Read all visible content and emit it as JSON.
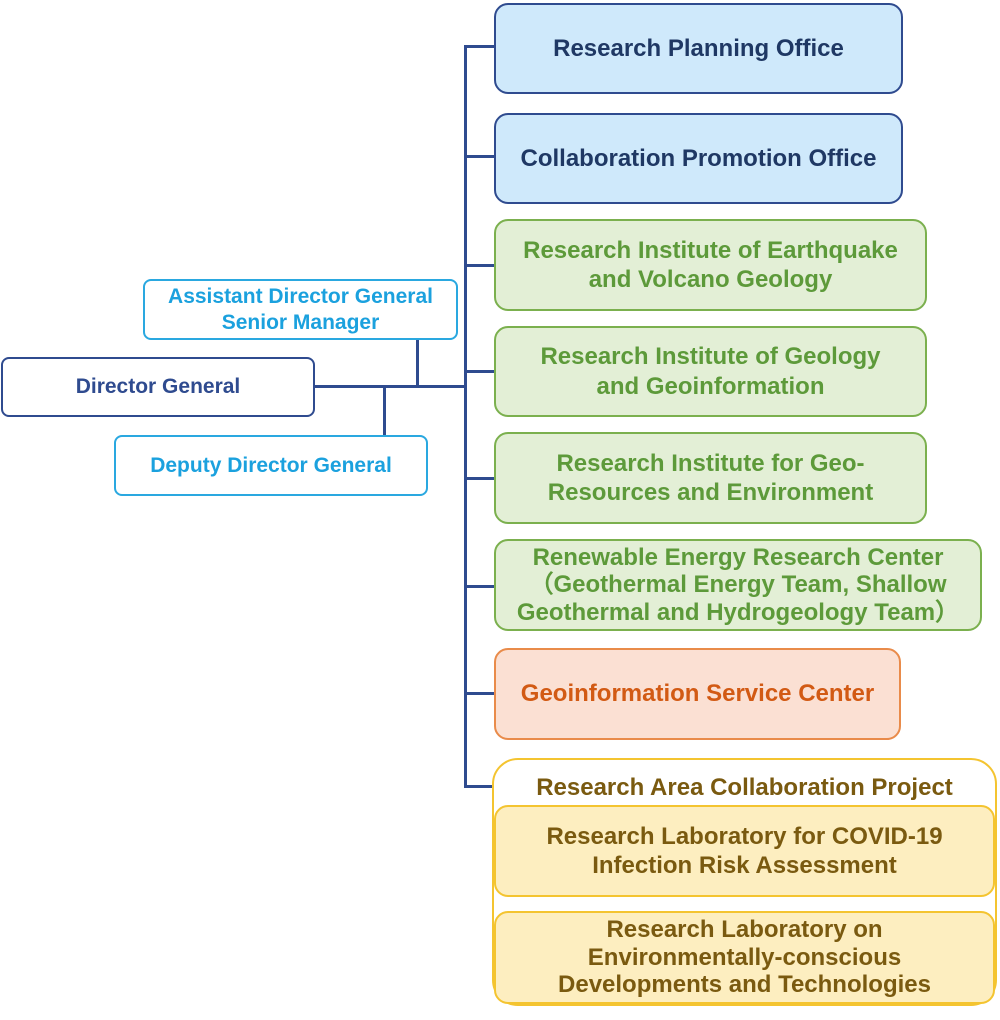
{
  "left_nodes": {
    "assistant": [
      "Assistant Director General",
      "Senior Manager"
    ],
    "director": "Director General",
    "deputy": "Deputy Director General"
  },
  "units": [
    {
      "lines": [
        "Research Planning Office"
      ],
      "style": "blue"
    },
    {
      "lines": [
        "Collaboration Promotion Office"
      ],
      "style": "blue"
    },
    {
      "lines": [
        "Research Institute of Earthquake",
        "and Volcano Geology"
      ],
      "style": "green"
    },
    {
      "lines": [
        "Research Institute of Geology",
        "and Geoinformation"
      ],
      "style": "green"
    },
    {
      "lines": [
        "Research Institute for Geo-",
        "Resources and Environment"
      ],
      "style": "green"
    },
    {
      "lines": [
        "Renewable Energy Research Center",
        "（Geothermal Energy Team, Shallow",
        "Geothermal and Hydrogeology Team）"
      ],
      "style": "green"
    },
    {
      "lines": [
        "Geoinformation Service Center"
      ],
      "style": "orange"
    }
  ],
  "project_group": {
    "title": "Research Area Collaboration Project",
    "labs": [
      {
        "lines": [
          "Research Laboratory for COVID-19",
          "Infection Risk Assessment"
        ]
      },
      {
        "lines": [
          "Research Laboratory on",
          "Environmentally-conscious",
          "Developments and Technologies"
        ]
      }
    ]
  },
  "colors": {
    "connector": "#2f4b8f",
    "blue_fill": "#cfe9fb",
    "green_fill": "#e3efd6",
    "orange_fill": "#fbe0d3",
    "yellow_fill": "#fdeec0",
    "cyan_text": "#1ba1de"
  }
}
